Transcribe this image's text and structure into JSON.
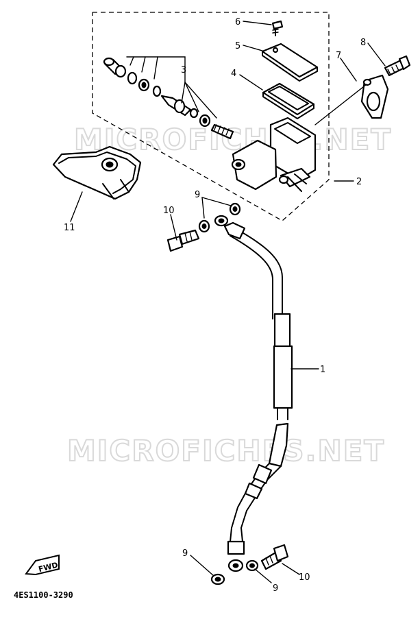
{
  "watermarks": [
    "MICROFICHES.NET",
    "MICROFICHES.NET"
  ],
  "callouts": {
    "c1": "1",
    "c2": "2",
    "c3": "3",
    "c4": "4",
    "c5": "5",
    "c6": "6",
    "c7": "7",
    "c8": "8",
    "c9a": "9",
    "c9b": "9",
    "c9c": "9",
    "c10a": "10",
    "c10b": "10",
    "c11": "11"
  },
  "fwd_label": "FWD",
  "diagram_code": "4ES1100-3290"
}
